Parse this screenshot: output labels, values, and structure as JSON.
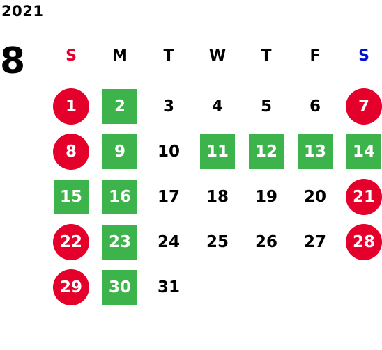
{
  "calendar": {
    "year": "2021",
    "month": "8",
    "weekdays": [
      {
        "label": "S",
        "color": "#e4002b"
      },
      {
        "label": "M",
        "color": "#000000"
      },
      {
        "label": "T",
        "color": "#000000"
      },
      {
        "label": "W",
        "color": "#000000"
      },
      {
        "label": "T",
        "color": "#000000"
      },
      {
        "label": "F",
        "color": "#000000"
      },
      {
        "label": "S",
        "color": "#0010d0"
      }
    ],
    "first_weekday_index": 0,
    "days": [
      {
        "d": "1",
        "style": "red"
      },
      {
        "d": "2",
        "style": "green"
      },
      {
        "d": "3",
        "style": "plain"
      },
      {
        "d": "4",
        "style": "plain"
      },
      {
        "d": "5",
        "style": "plain"
      },
      {
        "d": "6",
        "style": "plain"
      },
      {
        "d": "7",
        "style": "red"
      },
      {
        "d": "8",
        "style": "red"
      },
      {
        "d": "9",
        "style": "green"
      },
      {
        "d": "10",
        "style": "plain"
      },
      {
        "d": "11",
        "style": "green"
      },
      {
        "d": "12",
        "style": "green"
      },
      {
        "d": "13",
        "style": "green"
      },
      {
        "d": "14",
        "style": "green"
      },
      {
        "d": "15",
        "style": "green"
      },
      {
        "d": "16",
        "style": "green"
      },
      {
        "d": "17",
        "style": "plain"
      },
      {
        "d": "18",
        "style": "plain"
      },
      {
        "d": "19",
        "style": "plain"
      },
      {
        "d": "20",
        "style": "plain"
      },
      {
        "d": "21",
        "style": "red"
      },
      {
        "d": "22",
        "style": "red"
      },
      {
        "d": "23",
        "style": "green"
      },
      {
        "d": "24",
        "style": "plain"
      },
      {
        "d": "25",
        "style": "plain"
      },
      {
        "d": "26",
        "style": "plain"
      },
      {
        "d": "27",
        "style": "plain"
      },
      {
        "d": "28",
        "style": "red"
      },
      {
        "d": "29",
        "style": "red"
      },
      {
        "d": "30",
        "style": "green"
      },
      {
        "d": "31",
        "style": "plain"
      }
    ]
  }
}
